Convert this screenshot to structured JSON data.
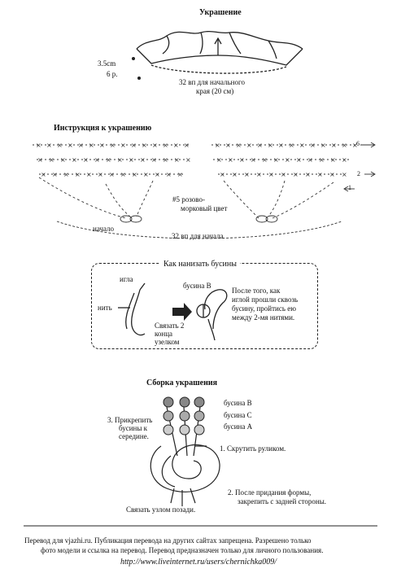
{
  "ornament": {
    "title": "Украшение",
    "height_label": "3.5cm",
    "rows_label": "6 р.",
    "base_label_1": "32 вп для начального",
    "base_label_2": "края (20 см)"
  },
  "instructions": {
    "title": "Инструкция к украшению",
    "row_numbers": [
      "6",
      "2",
      "1"
    ],
    "color_note_1": "#5 розово-",
    "color_note_2": "морковый цвет",
    "start_label": "начало",
    "chain_label": "32 вп для начала"
  },
  "beads_box": {
    "title": "Как нанизать бусины",
    "needle_label": "игла",
    "thread_label": "нить",
    "tie_label_1": "Связать 2",
    "tie_label_2": "конца",
    "tie_label_3": "узелком",
    "bead_b_label": "бусина В",
    "note_1": "После того, как",
    "note_2": "иглой прошли сквозь",
    "note_3": "бусину, пройтись ею",
    "note_4": "между 2-мя нитями."
  },
  "assembly": {
    "title": "Сборка украшения",
    "bead_b": "бусина В",
    "bead_c": "бусина С",
    "bead_a": "бусина А",
    "step3_1": "3. Прикрепить",
    "step3_2": "бусины к",
    "step3_3": "середине.",
    "step1": "1. Скрутить руликом.",
    "step2_1": "2. После придания формы,",
    "step2_2": "закрепить с задней стороны.",
    "knot_label": "Связать узлом позади."
  },
  "footer": {
    "line1": "Перевод для vjazhi.ru. Публикация перевода на других сайтах запрещена. Разрешено только",
    "line2": "фото модели и ссылка на перевод. Перевод предназначен только для личного пользования.",
    "watermark": "http://www.liveinternet.ru/users/chernichka009/"
  },
  "icons": {
    "arrow": "arrow-right-icon",
    "bead": "bead-icon"
  }
}
